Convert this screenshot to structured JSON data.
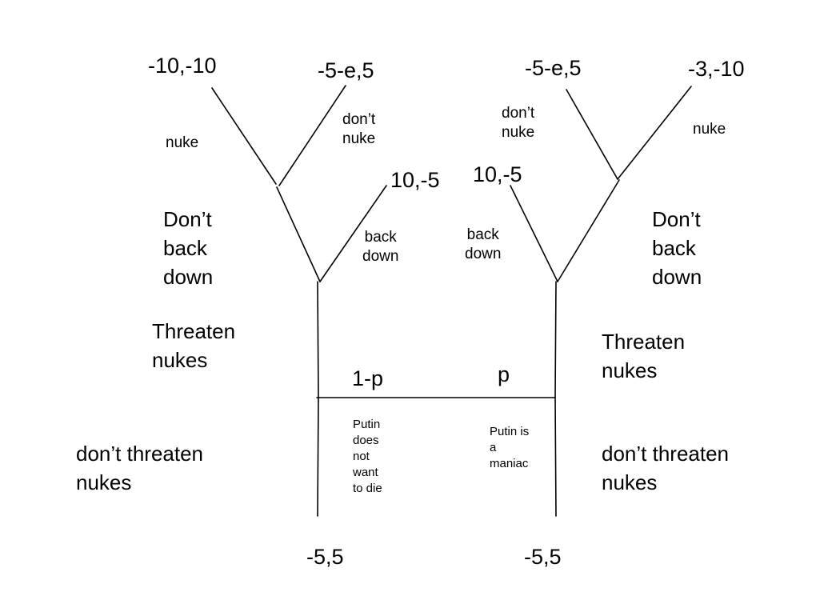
{
  "payoffs": {
    "left_nuke": "-10,-10",
    "left_dont_nuke": "-5-e,5",
    "left_back_down": "10,-5",
    "left_no_threat": "-5,5",
    "right_dont_nuke": "-5-e,5",
    "right_nuke": "-3,-10",
    "right_back_down": "10,-5",
    "right_no_threat": "-5,5"
  },
  "actions": {
    "left_nuke": "nuke",
    "left_dont_nuke": "don’t\nnuke",
    "left_back_down": "back\ndown",
    "left_dont_back_down": "Don’t\nback\ndown",
    "left_threaten": "Threaten\nnukes",
    "left_dont_threaten": "don’t threaten\nnukes",
    "right_dont_nuke": "don’t\nnuke",
    "right_nuke": "nuke",
    "right_back_down": "back\ndown",
    "right_dont_back_down": "Don’t\nback\ndown",
    "right_threaten": "Threaten\nnukes",
    "right_dont_threaten": "don’t threaten\nnukes"
  },
  "chance": {
    "left_prob": "1-p",
    "right_prob": "p",
    "left_type": "Putin\ndoes\nnot\nwant\nto die",
    "right_type": "Putin is\na\nmaniac"
  }
}
